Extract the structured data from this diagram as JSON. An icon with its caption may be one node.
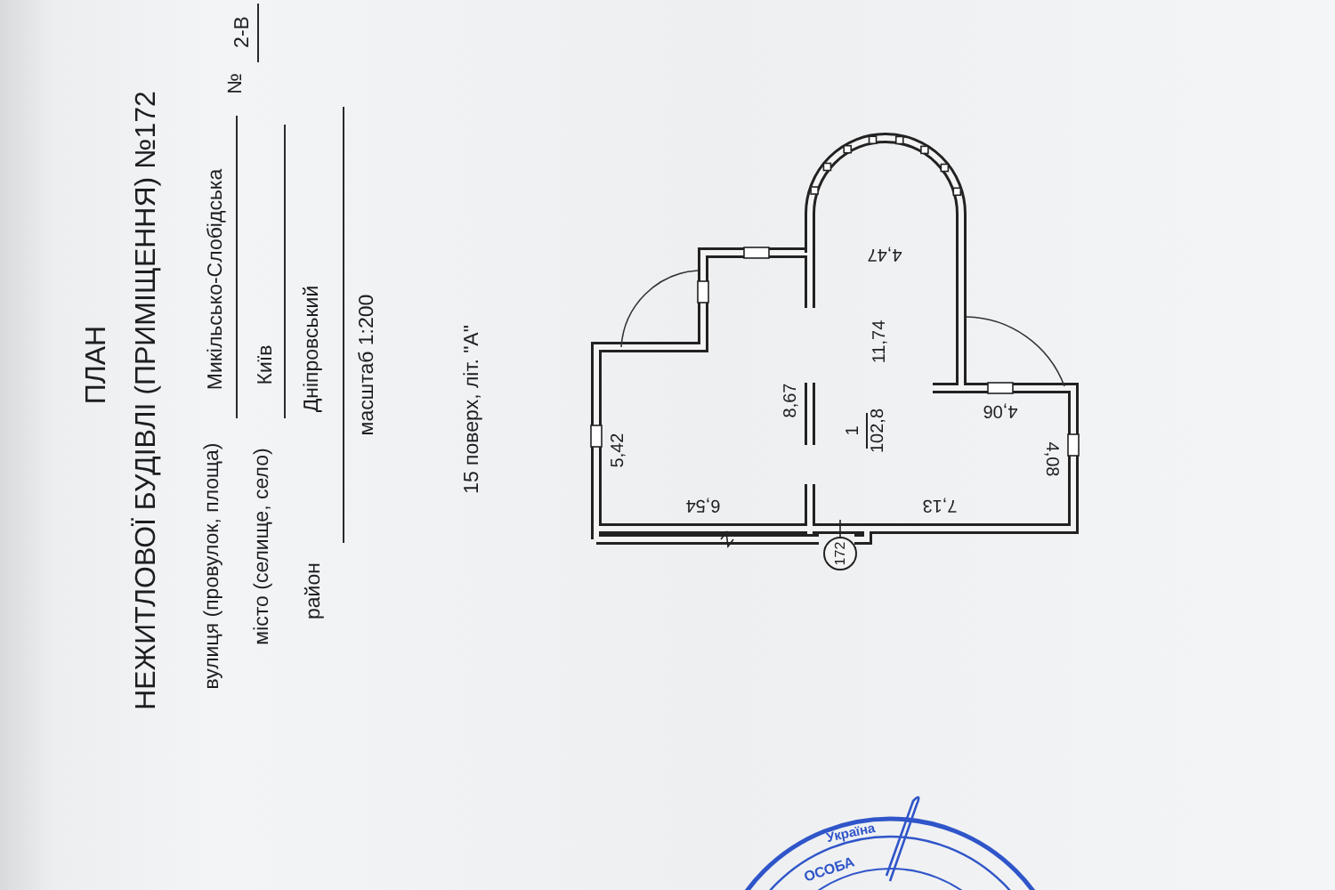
{
  "diagram": {
    "title": "ПЛАН",
    "labels": [
      "НЕЖИТЛОВОЇ БУДІВЛІ (ПРИМІЩЕННЯ) №172",
      "вулиця (провулок, площа)",
      "Микільсько-Слобідська",
      "№",
      "2-В",
      "місто (селище, село)",
      "Київ",
      "район",
      "Дніпровський",
      "масштаб 1:200",
      "15 поверх, літ. \"А\"",
      "4,47",
      "11,74",
      "8,67",
      "1",
      "102,8",
      "5,42",
      "4,06",
      "4,08",
      "6,54",
      "7,13",
      "172",
      "Україна",
      "ОСОБА"
    ]
  }
}
